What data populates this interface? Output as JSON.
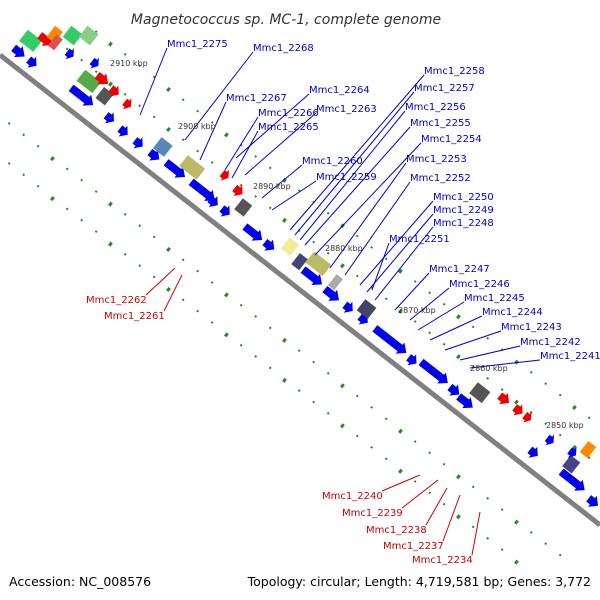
{
  "title": "Magnetococcus sp. MC-1, complete genome",
  "footer": {
    "accession": "Accession: NC_008576",
    "topology": "Topology: circular; Length: 4,719,581 bp; Genes: 3,772"
  },
  "colors": {
    "forward_strand": "#0000ee",
    "reverse_strand": "#ee0000",
    "backbone": "#808080",
    "tick": "#228b22",
    "label_blue": "#0000cc",
    "label_red": "#cc0000"
  },
  "scale_labels": [
    "2910 kbp",
    "2900 kbp",
    "2890 kbp",
    "2880 kbp",
    "2870 kbp",
    "2860 kbp",
    "2850 kbp"
  ],
  "gene_labels_blue": [
    "Mmc1_2275",
    "Mmc1_2268",
    "Mmc1_2267",
    "Mmc1_2266",
    "Mmc1_2265",
    "Mmc1_2264",
    "Mmc1_2263",
    "Mmc1_2260",
    "Mmc1_2259",
    "Mmc1_2258",
    "Mmc1_2257",
    "Mmc1_2256",
    "Mmc1_2255",
    "Mmc1_2254",
    "Mmc1_2253",
    "Mmc1_2252",
    "Mmc1_2250",
    "Mmc1_2249",
    "Mmc1_2248",
    "Mmc1_2251",
    "Mmc1_2247",
    "Mmc1_2246",
    "Mmc1_2245",
    "Mmc1_2244",
    "Mmc1_2243",
    "Mmc1_2242",
    "Mmc1_2241"
  ],
  "gene_labels_red": [
    "Mmc1_2262",
    "Mmc1_2261",
    "Mmc1_2240",
    "Mmc1_2239",
    "Mmc1_2238",
    "Mmc1_2237",
    "Mmc1_2234"
  ]
}
